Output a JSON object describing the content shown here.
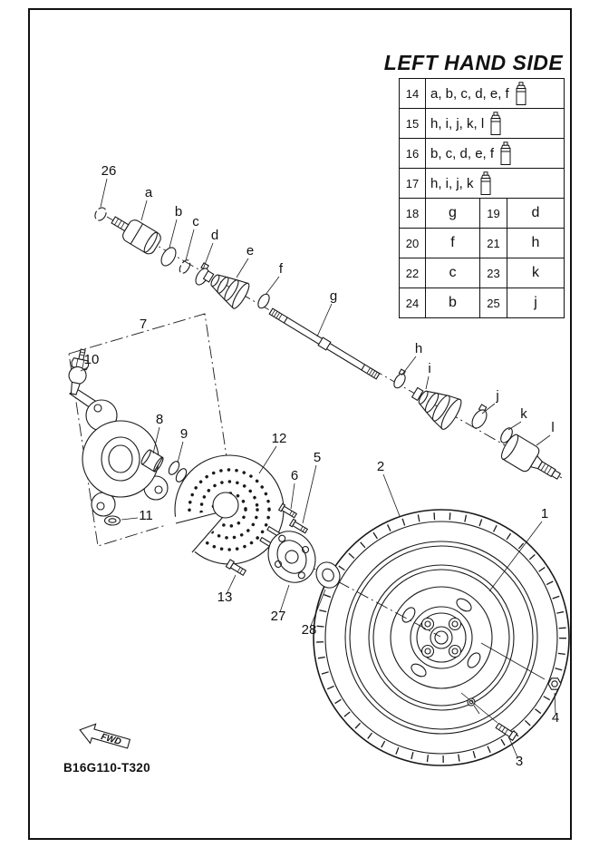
{
  "page": {
    "title": "LEFT HAND SIDE",
    "drawing_code": "B16G110-T320"
  },
  "fwd": {
    "label": "FWD"
  },
  "parts_table": {
    "grouped_rows": [
      {
        "ref": "14",
        "parts": "a, b, c, d, e, f",
        "icon": "grease-cartridge-icon"
      },
      {
        "ref": "15",
        "parts": "h, i, j, k, l",
        "icon": "grease-cartridge-icon"
      },
      {
        "ref": "16",
        "parts": "b, c, d, e, f",
        "icon": "grease-cartridge-icon"
      },
      {
        "ref": "17",
        "parts": "h, i, j, k",
        "icon": "grease-cartridge-icon"
      }
    ],
    "pair_rows": [
      {
        "ref_a": "18",
        "part_a": "g",
        "ref_b": "19",
        "part_b": "d"
      },
      {
        "ref_a": "20",
        "part_a": "f",
        "ref_b": "21",
        "part_b": "h"
      },
      {
        "ref_a": "22",
        "part_a": "c",
        "ref_b": "23",
        "part_b": "k"
      },
      {
        "ref_a": "24",
        "part_a": "b",
        "ref_b": "25",
        "part_b": "j"
      }
    ]
  },
  "callouts": {
    "a": "a",
    "b": "b",
    "c": "c",
    "d": "d",
    "e": "e",
    "f": "f",
    "g": "g",
    "h": "h",
    "i": "i",
    "j": "j",
    "k": "k",
    "l": "l",
    "n1": "1",
    "n2": "2",
    "n3": "3",
    "n4": "4",
    "n5": "5",
    "n6": "6",
    "n7": "7",
    "n8": "8",
    "n9": "9",
    "n10": "10",
    "n11": "11",
    "n12": "12",
    "n13": "13",
    "n26": "26",
    "n27": "27",
    "n28": "28"
  }
}
